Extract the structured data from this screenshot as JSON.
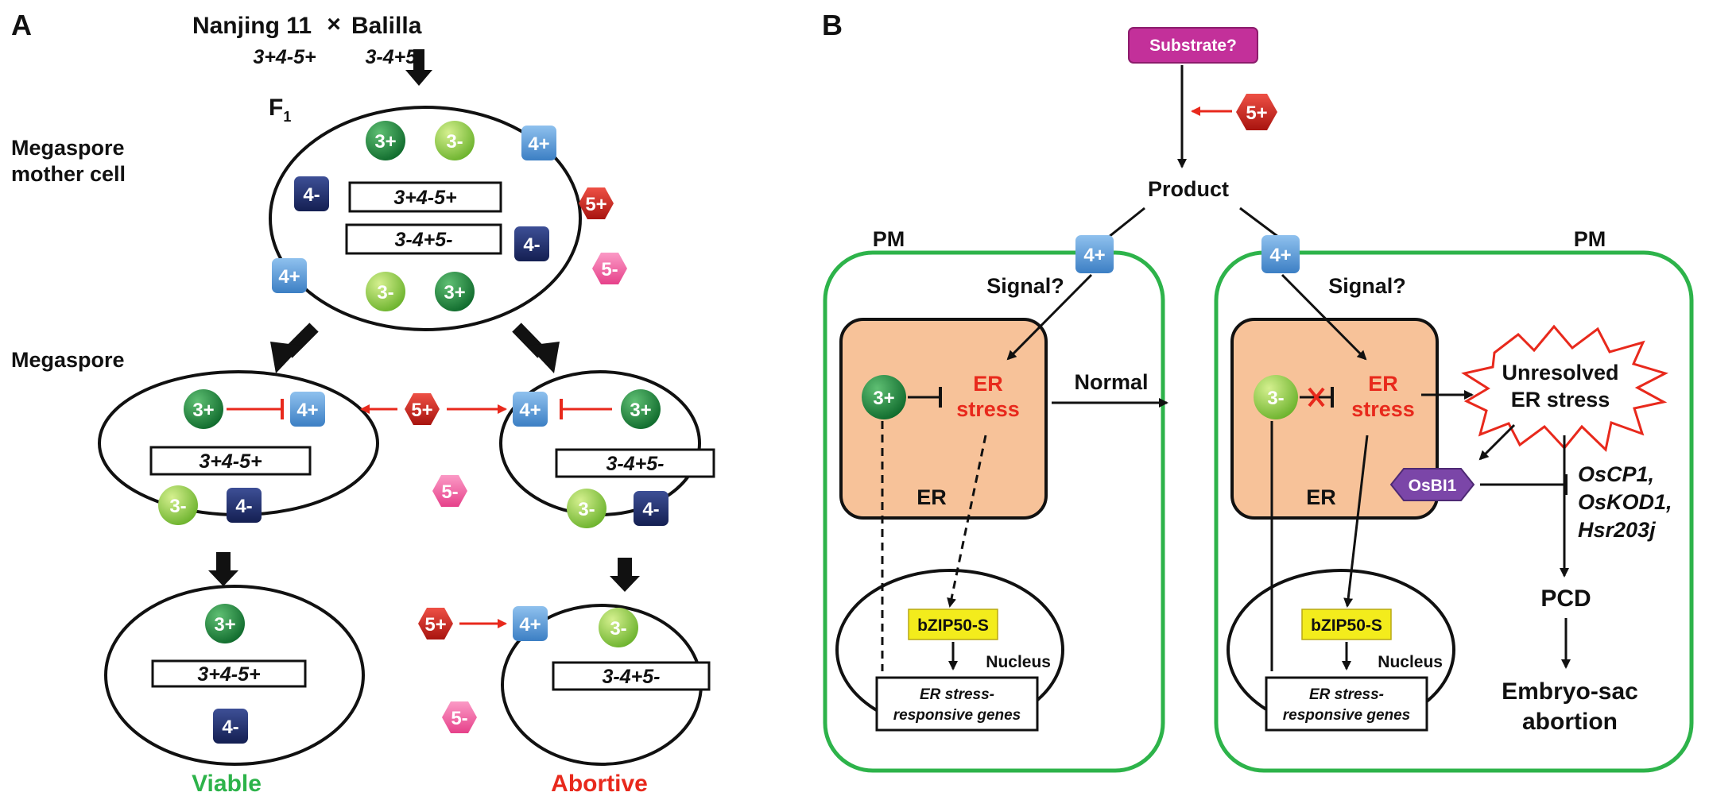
{
  "panel_a": {
    "letter": "A",
    "parent1_name": "Nanjing 11",
    "cross_symbol": "×",
    "parent2_name": "Balilla",
    "parent1_genotype": "3+4-5+",
    "parent2_genotype": "3-4+5-",
    "f1_label": "F",
    "f1_subscript": "1",
    "mmc_label_line1": "Megaspore",
    "mmc_label_line2": "mother cell",
    "megaspore_label": "Megaspore",
    "chrom_a": "3+4-5+",
    "chrom_b": "3-4+5-",
    "viable_label": "Viable",
    "abortive_label": "Abortive"
  },
  "badges": {
    "s3_plus": "3+",
    "s3_minus": "3-",
    "s4_plus": "4+",
    "s4_minus": "4-",
    "s5_plus": "5+",
    "s5_minus": "5-"
  },
  "panel_b": {
    "letter": "B",
    "substrate": "Substrate?",
    "product": "Product",
    "pm_label": "PM",
    "signal": "Signal?",
    "er_label": "ER",
    "er_stress_line1": "ER",
    "er_stress_line2": "stress",
    "normal": "Normal",
    "bzip": "bZIP50-S",
    "nucleus": "Nucleus",
    "genes_line1": "ER stress-",
    "genes_line2": "responsive genes",
    "unresolved_line1": "Unresolved",
    "unresolved_line2": "ER stress",
    "osbi1": "OsBI1",
    "gene1": "OsCP1,",
    "gene2": "OsKOD1,",
    "gene3": "Hsr203j",
    "pcd": "PCD",
    "embryo_line1": "Embryo-sac",
    "embryo_line2": "abortion"
  },
  "colors": {
    "s3_plus": "#1e7a3c",
    "s3_minus": "#8ccc3e",
    "s4_plus": "#5b9bd5",
    "s4_minus": "#1f2d6b",
    "s5_plus": "#c8201f",
    "s5_minus": "#ee5fa0",
    "er_fill": "#f7c299",
    "pm_border": "#2db34a",
    "accent_red": "#e8291c",
    "substrate_fill": "#c3309a",
    "bzip_fill": "#f3ec1c",
    "osbi1_fill": "#7b46a8"
  }
}
